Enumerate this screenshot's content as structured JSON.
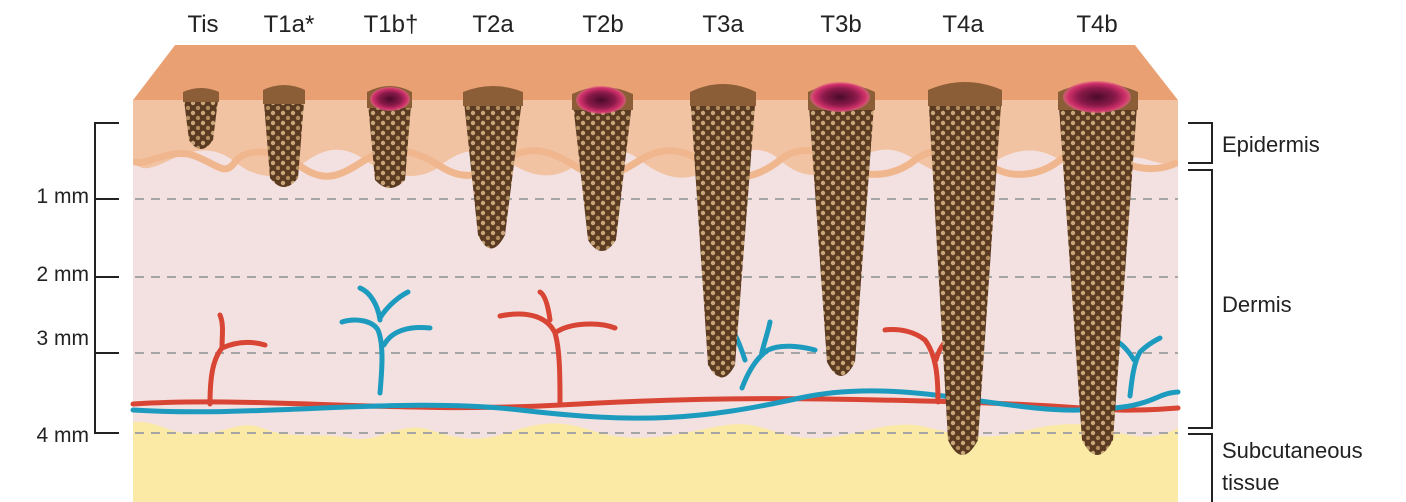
{
  "stages": [
    {
      "label": "Tis",
      "ulcerated": false
    },
    {
      "label": "T1a*",
      "ulcerated": false
    },
    {
      "label": "T1b†",
      "ulcerated": true
    },
    {
      "label": "T2a",
      "ulcerated": false
    },
    {
      "label": "T2b",
      "ulcerated": true
    },
    {
      "label": "T3a",
      "ulcerated": false
    },
    {
      "label": "T3b",
      "ulcerated": true
    },
    {
      "label": "T4a",
      "ulcerated": false
    },
    {
      "label": "T4b",
      "ulcerated": true
    }
  ],
  "depth_scale": [
    "1 mm",
    "2 mm",
    "3 mm",
    "4 mm"
  ],
  "layers": {
    "epidermis": "Epidermis",
    "dermis": "Dermis",
    "subcutaneous_line1": "Subcutaneous",
    "subcutaneous_line2": "tissue"
  },
  "colors": {
    "surface": "#e9a072",
    "epidermis": "#f2c3a3",
    "dermis": "#f3e1e1",
    "subcutaneous": "#faeaa6",
    "tumour": "#6b4a2c",
    "tumour_cells": "#c9a77a",
    "ulcer": "#7a1540",
    "artery": "#d94534",
    "vein": "#1d9bbf",
    "scale_line": "#222222",
    "depth_dash": "#a0a0a0"
  },
  "icons": {
    "ulceration": "ulceration-mark",
    "blood_vessel_red": "artery",
    "blood_vessel_blue": "vein"
  }
}
